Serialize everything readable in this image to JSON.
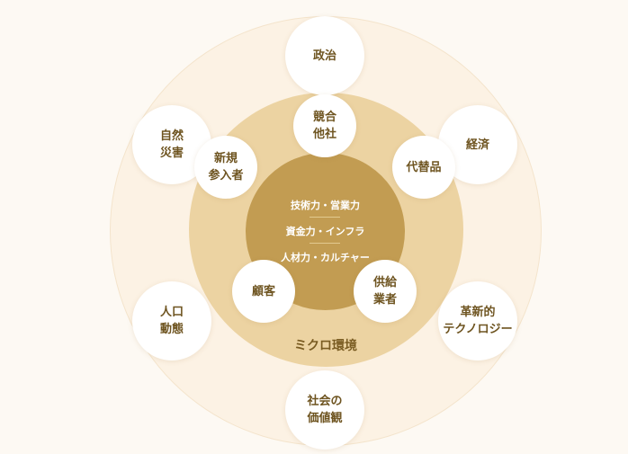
{
  "core": {
    "lines": [
      "技術力・営業力",
      "資金力・インフラ",
      "人材力・カルチャー"
    ]
  },
  "micro_environment": {
    "label": "ミクロ環境",
    "factors": [
      "競合\n他社",
      "代替品",
      "供給\n業者",
      "顧客",
      "新規\n参入者"
    ]
  },
  "macro_environment": {
    "factors": [
      "政治",
      "経済",
      "革新的\nテクノロジー",
      "社会の\n価値観",
      "人口\n動態",
      "自然\n災害"
    ]
  },
  "colors": {
    "outer_ring": "#fcf2e4",
    "middle_ring": "#ecd3a2",
    "core": "#c29c52",
    "text": "#6e5420"
  }
}
